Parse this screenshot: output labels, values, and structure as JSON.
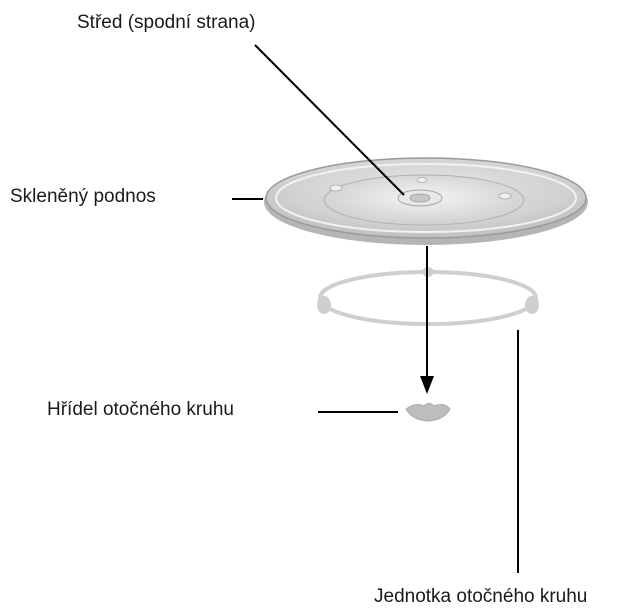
{
  "labels": {
    "center_underside": "Střed (spodní strana)",
    "glass_tray": "Skleněný podnos",
    "turntable_shaft": "Hřídel otočného kruhu",
    "roller_ring": "Jednotka otočného kruhu"
  },
  "colors": {
    "text": "#1a1a1a",
    "lines": "#000000",
    "tray_fill": "#d9d9d9",
    "tray_outline": "#9a9a9a",
    "ring": "#d0d0d0",
    "shaft": "#b8b8b8"
  }
}
